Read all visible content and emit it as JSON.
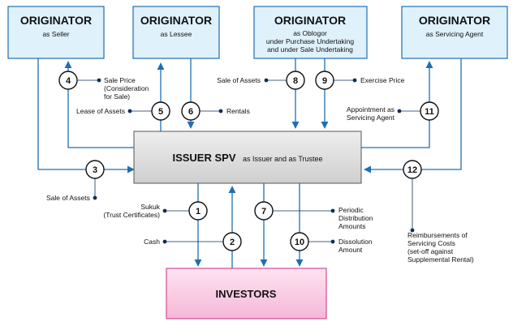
{
  "colors": {
    "accent": "#1e6fb3",
    "originator_fill": "#dff1fb",
    "spv_fill": "#d8d8d8",
    "investors_fill": "#f9cbe3",
    "investors_stroke": "#d04c98",
    "connector": "#0d2f57"
  },
  "originators": [
    {
      "title": "ORIGINATOR",
      "lines": [
        "as Seller"
      ]
    },
    {
      "title": "ORIGINATOR",
      "lines": [
        "as Lessee"
      ]
    },
    {
      "title": "ORIGINATOR",
      "lines": [
        "as Oblogor",
        "under Purchase Undertaking",
        "and under Sale Undertaking"
      ]
    },
    {
      "title": "ORIGINATOR",
      "lines": [
        "as Servicing Agent"
      ]
    }
  ],
  "issuer": {
    "title": "ISSUER SPV",
    "subtitle": "as Issuer and as Trustee"
  },
  "investors": {
    "title": "INVESTORS"
  },
  "steps": [
    {
      "num": "1",
      "lines": [
        "Sukuk",
        "(Trust Certificates)"
      ]
    },
    {
      "num": "2",
      "lines": [
        "Cash"
      ]
    },
    {
      "num": "3",
      "lines": [
        "Sale of Assets"
      ]
    },
    {
      "num": "4",
      "lines": [
        "Sale Price",
        "(Consideration",
        "for Sale)"
      ]
    },
    {
      "num": "5",
      "lines": [
        "Lease of Assets"
      ]
    },
    {
      "num": "6",
      "lines": [
        "Rentals"
      ]
    },
    {
      "num": "7",
      "lines": [
        "Periodic",
        "Distribution",
        "Amounts"
      ]
    },
    {
      "num": "8",
      "lines": [
        "Sale of Assets"
      ]
    },
    {
      "num": "9",
      "lines": [
        "Exercise Price"
      ]
    },
    {
      "num": "10",
      "lines": [
        "Dissolution",
        "Amount"
      ]
    },
    {
      "num": "11",
      "lines": [
        "Appointment as",
        "Servicing Agent"
      ]
    },
    {
      "num": "12",
      "lines": [
        "Reimbursements of",
        "Servicing Costs",
        "(set-off against",
        "Supplemental Rental)"
      ]
    }
  ]
}
